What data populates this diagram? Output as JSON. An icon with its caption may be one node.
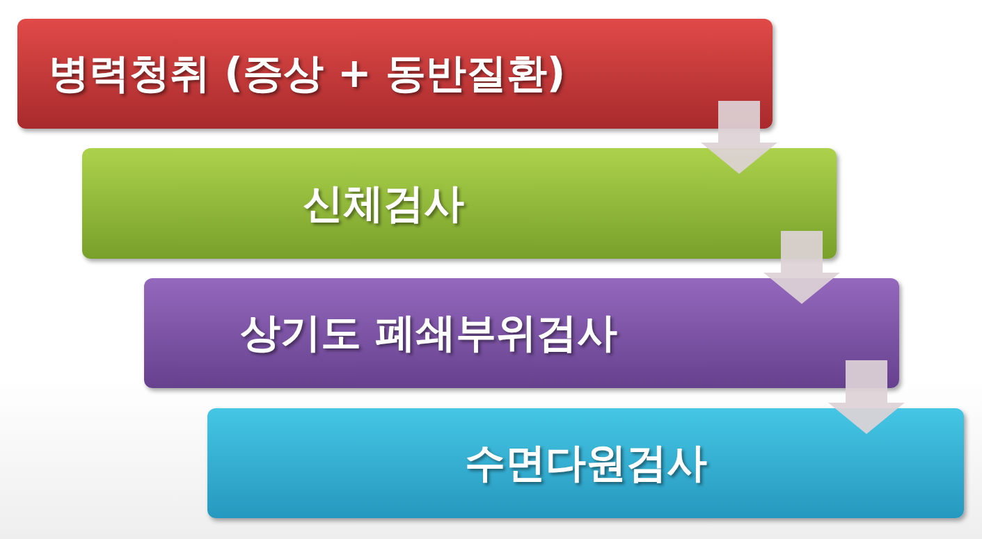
{
  "diagram": {
    "nodes": [
      {
        "text": [
          "병력청취 (증상 + 동반질환)"
        ]
      },
      {
        "text": [
          "신체검사"
        ]
      },
      {
        "text": [
          "상기도 폐쇄부위검사"
        ]
      },
      {
        "text": [
          "수면다원검사"
        ]
      }
    ],
    "edges": [
      {
        "from": 0,
        "to": 1,
        "arrow": "to"
      },
      {
        "from": 1,
        "to": 2,
        "arrow": "to"
      },
      {
        "from": 2,
        "to": 3,
        "arrow": "to"
      }
    ]
  }
}
